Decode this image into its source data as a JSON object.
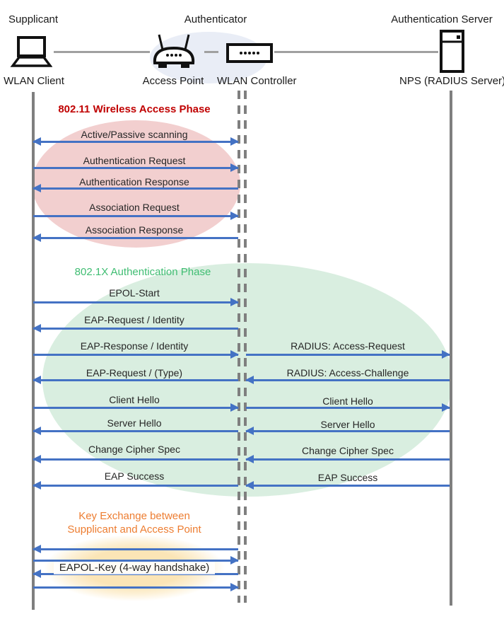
{
  "roles": {
    "supplicant": "Supplicant",
    "authenticator": "Authenticator",
    "authentication_server": "Authentication Server"
  },
  "devices": {
    "wlan_client": "WLAN Client",
    "access_point": "Access Point",
    "wlan_controller": "WLAN Controller",
    "nps": "NPS (RADIUS Server)"
  },
  "phase1": {
    "title": "802.11 Wireless Access Phase",
    "scanning": "Active/Passive scanning",
    "auth_request": "Authentication Request",
    "auth_response": "Authentication Response",
    "assoc_request": "Association Request",
    "assoc_response": "Association Response"
  },
  "phase2": {
    "title": "802.1X Authentication Phase",
    "epol_start": "EPOL-Start",
    "eap_request_identity": "EAP-Request / Identity",
    "eap_response_identity": "EAP-Response / Identity",
    "eap_request_type": "EAP-Request / (Type)",
    "client_hello_left": "Client Hello",
    "server_hello_left": "Server Hello",
    "change_cipher_left": "Change Cipher Spec",
    "eap_success_left": "EAP Success",
    "radius_access_request": "RADIUS: Access-Request",
    "radius_access_challenge": "RADIUS: Access-Challenge",
    "client_hello_right": "Client Hello",
    "server_hello_right": "Server Hello",
    "change_cipher_right": "Change Cipher Spec",
    "eap_success_right": "EAP Success"
  },
  "phase3": {
    "title_line1": "Key Exchange between",
    "title_line2": "Supplicant and Access Point",
    "eapol_key": "EAPOL-Key (4-way handshake)"
  },
  "colors": {
    "phase1": "#C00000",
    "phase2": "#3FBD72",
    "phase3": "#ED7D31",
    "arrow": "#4472C4",
    "pink": "#F2CFCF",
    "green": "#D9EEE0",
    "yellow": "#FBE5B6",
    "halo": "#E9EDF6",
    "lifeline": "#7F7F7F",
    "connector": "#A0A0A0",
    "text": "#262626"
  }
}
